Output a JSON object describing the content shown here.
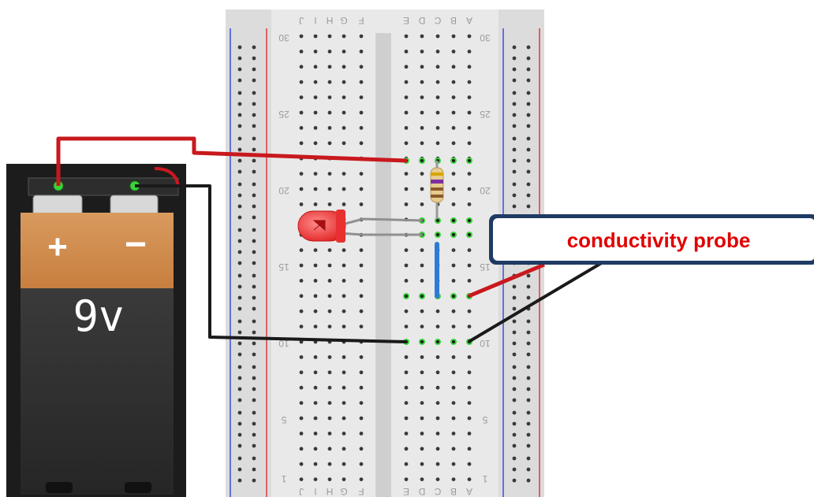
{
  "battery": {
    "voltage_label": "9v",
    "plus_symbol": "+",
    "minus_symbol": "−"
  },
  "breadboard": {
    "column_letters_left": [
      "J",
      "I",
      "H",
      "G",
      "F"
    ],
    "column_letters_right": [
      "E",
      "D",
      "C",
      "B",
      "A"
    ],
    "row_numbers": [
      "30",
      "25",
      "20",
      "15",
      "10",
      "5",
      "1"
    ]
  },
  "callout": {
    "label": "conductivity probe",
    "text_color": "#e00000",
    "border_color": "#1f3b63"
  },
  "colors": {
    "red_wire": "#c8191e",
    "black_wire": "#1a1a1a",
    "blue_jumper": "#2e7bd6",
    "highlight_hole": "#3ad43a",
    "rail_red": "#e03a3a",
    "rail_blue": "#3b4fd8"
  }
}
